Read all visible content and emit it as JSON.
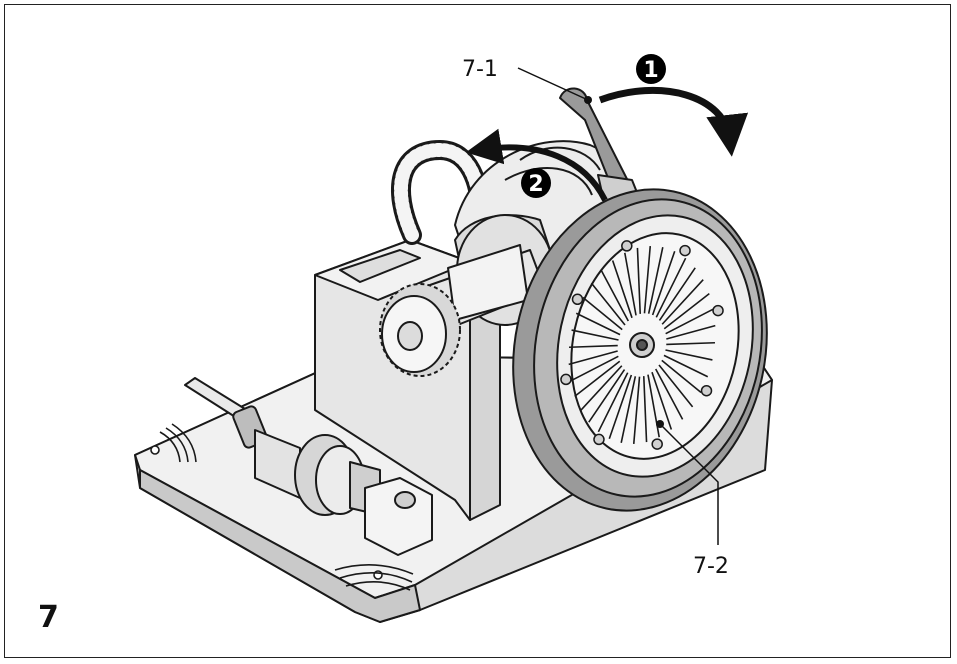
{
  "figure": {
    "number": "7"
  },
  "callouts": [
    {
      "id": "7-1",
      "text": "7-1"
    },
    {
      "id": "7-2",
      "text": "7-2"
    }
  ],
  "steps": [
    {
      "text": "1"
    },
    {
      "text": "2"
    }
  ],
  "colors": {
    "line": "#1a1a1a",
    "body": "#ebebeb",
    "shade": "#d2d2d2",
    "dark": "#8a8a8a",
    "wheel": "#9a9a9a",
    "badge": "#000000"
  }
}
